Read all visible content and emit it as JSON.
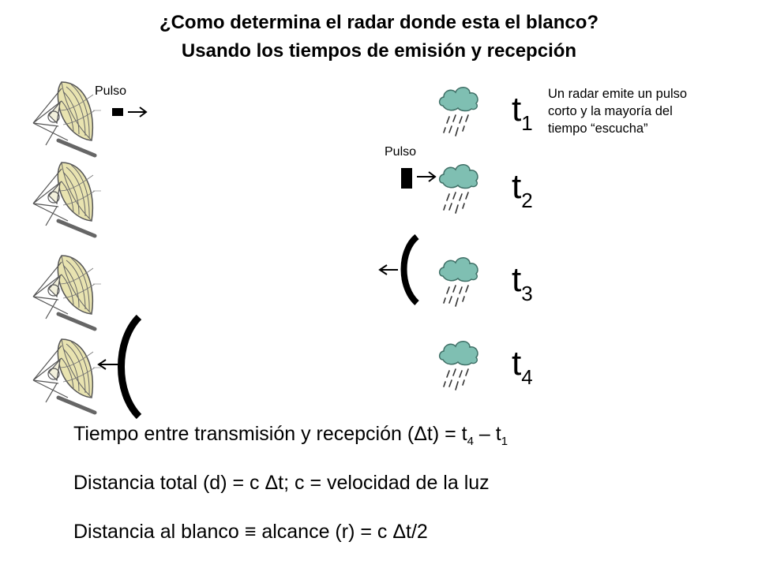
{
  "title": {
    "line1": "¿Como determina el radar donde esta el blanco?",
    "line2": "Usando los tiempos de emisión y recepción"
  },
  "pulse_labels": [
    "Pulso",
    "Pulso"
  ],
  "note": {
    "line1": "Un radar emite un pulso",
    "line2": "corto y la mayoría del",
    "line3": "tiempo “escucha”"
  },
  "time_labels": [
    {
      "base": "t",
      "sub": "1"
    },
    {
      "base": "t",
      "sub": "2"
    },
    {
      "base": "t",
      "sub": "3"
    },
    {
      "base": "t",
      "sub": "4"
    }
  ],
  "formulas": {
    "delta_t": {
      "text": "Tiempo entre transmisión y recepción (Δt) = t",
      "sub_a": "4",
      "mid": " – t",
      "sub_b": "1"
    },
    "distance": "Distancia total (d) = c Δt; c = velocidad de la luz",
    "range": "Distancia al blanco ≡ alcance (r) = c Δt/2"
  },
  "colors": {
    "dish_fill": "#e8e3b0",
    "dish_line": "#555555",
    "cloud_fill": "#7fbfb2",
    "cloud_line": "#3f6f66",
    "rain": "#333333",
    "pulse": "#000000"
  },
  "icons": {
    "antenna": "radar-dish-icon",
    "cloud": "rain-cloud-icon",
    "arrow_right": "arrow-right-icon",
    "arrow_left": "arrow-left-icon"
  }
}
